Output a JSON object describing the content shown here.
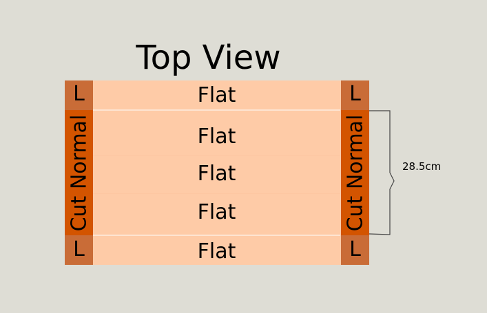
{
  "title": "Top View",
  "rows": [
    "Flat",
    "Flat",
    "Flat",
    "Flat",
    "Flat"
  ],
  "left_column": {
    "top": "L",
    "middle": "Cut Normal",
    "bottom": "L"
  },
  "right_column": {
    "top": "L",
    "middle": "Cut Normal",
    "bottom": "L"
  },
  "dimension": {
    "label": "28.5cm"
  },
  "colors": {
    "background": "#deddd5",
    "flat": "#fecba7",
    "l_zone": "#c96c37",
    "cut_zone": "#d35400"
  }
}
